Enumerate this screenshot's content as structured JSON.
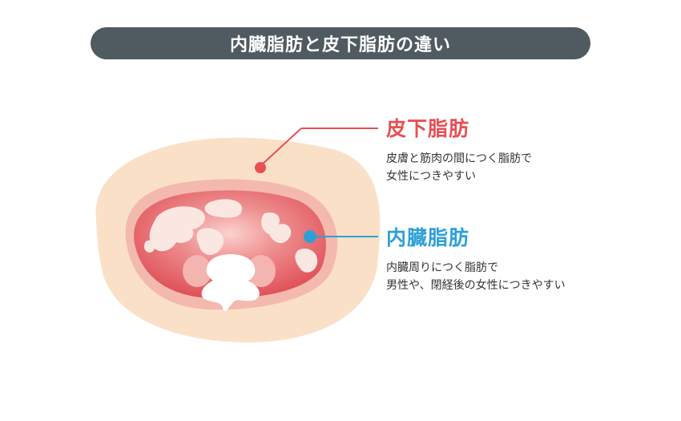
{
  "title": "内臓脂肪と皮下脂肪の違い",
  "colors": {
    "title_bg": "#4f5a61",
    "subcutaneous": "#e84f53",
    "visceral": "#2ea0d8",
    "skin": "#fbe0c8",
    "cavity_rim": "#f4b9ae",
    "cavity": "#e0525a"
  },
  "labels": {
    "subcutaneous": {
      "title": "皮下脂肪",
      "desc_line1": "皮膚と筋肉の間につく脂肪で",
      "desc_line2": "女性につきやすい"
    },
    "visceral": {
      "title": "内臓脂肪",
      "desc_line1": "内臓周りにつく脂肪で",
      "desc_line2": "男性や、閉経後の女性につきやすい"
    }
  }
}
